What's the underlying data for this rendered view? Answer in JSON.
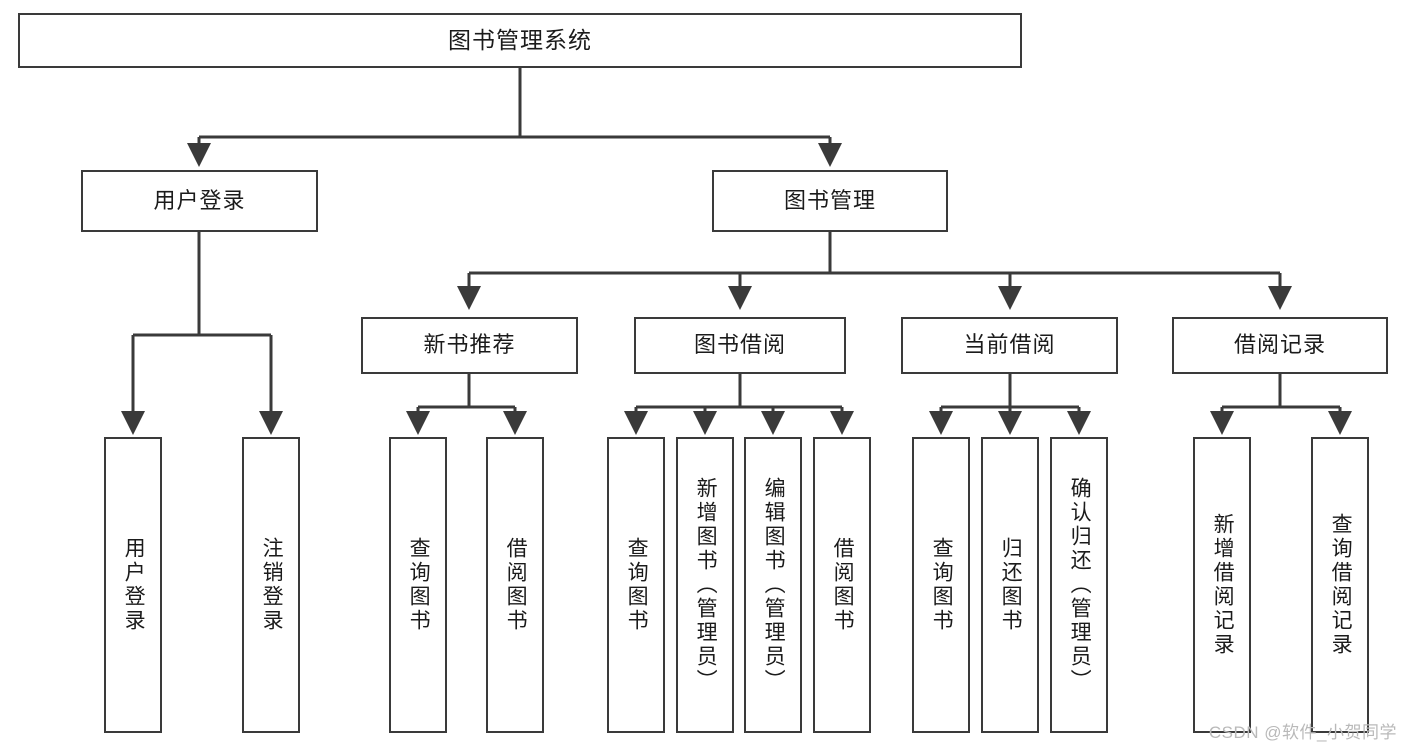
{
  "diagram": {
    "title": "图书管理系统",
    "type": "hierarchy-tree",
    "root": {
      "label": "图书管理系统"
    },
    "level2": [
      {
        "label": "用户登录"
      },
      {
        "label": "图书管理"
      }
    ],
    "level3": [
      {
        "label": "新书推荐"
      },
      {
        "label": "图书借阅"
      },
      {
        "label": "当前借阅"
      },
      {
        "label": "借阅记录"
      }
    ],
    "leaves": {
      "user_login": [
        {
          "label": "用户登录"
        },
        {
          "label": "注销登录"
        }
      ],
      "new_book_recommend": [
        {
          "label": "查询图书"
        },
        {
          "label": "借阅图书"
        }
      ],
      "book_borrow": [
        {
          "label": "查询图书"
        },
        {
          "label": "新增图书（管理员）"
        },
        {
          "label": "编辑图书（管理员）"
        },
        {
          "label": "借阅图书"
        }
      ],
      "current_borrow": [
        {
          "label": "查询图书"
        },
        {
          "label": "归还图书"
        },
        {
          "label": "确认归还（管理员）"
        }
      ],
      "borrow_record": [
        {
          "label": "新增借阅记录"
        },
        {
          "label": "查询借阅记录"
        }
      ]
    }
  },
  "watermark": {
    "text": "CSDN @软件_小贺同学"
  },
  "colors": {
    "box_border": "#3a3a3a",
    "box_fill": "#ffffff",
    "connector": "#3a3a3a",
    "text": "#1b1b1b",
    "watermark": "#b9b9b9"
  }
}
